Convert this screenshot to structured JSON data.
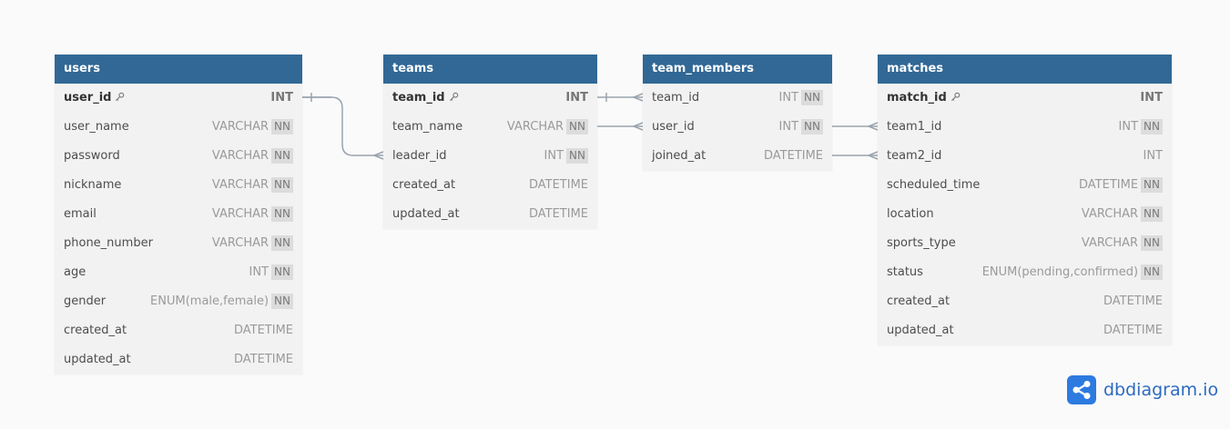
{
  "tables": [
    {
      "id": "users",
      "name": "users",
      "fields": [
        {
          "name": "user_id",
          "type": "INT",
          "pk": true,
          "nn": false
        },
        {
          "name": "user_name",
          "type": "VARCHAR",
          "nn": true
        },
        {
          "name": "password",
          "type": "VARCHAR",
          "nn": true
        },
        {
          "name": "nickname",
          "type": "VARCHAR",
          "nn": true
        },
        {
          "name": "email",
          "type": "VARCHAR",
          "nn": true
        },
        {
          "name": "phone_number",
          "type": "VARCHAR",
          "nn": true
        },
        {
          "name": "age",
          "type": "INT",
          "nn": true
        },
        {
          "name": "gender",
          "type": "ENUM(male,female)",
          "nn": true
        },
        {
          "name": "created_at",
          "type": "DATETIME",
          "nn": false
        },
        {
          "name": "updated_at",
          "type": "DATETIME",
          "nn": false
        }
      ]
    },
    {
      "id": "teams",
      "name": "teams",
      "fields": [
        {
          "name": "team_id",
          "type": "INT",
          "pk": true,
          "nn": false
        },
        {
          "name": "team_name",
          "type": "VARCHAR",
          "nn": true
        },
        {
          "name": "leader_id",
          "type": "INT",
          "nn": true
        },
        {
          "name": "created_at",
          "type": "DATETIME",
          "nn": false
        },
        {
          "name": "updated_at",
          "type": "DATETIME",
          "nn": false
        }
      ]
    },
    {
      "id": "team_members",
      "name": "team_members",
      "fields": [
        {
          "name": "team_id",
          "type": "INT",
          "nn": true
        },
        {
          "name": "user_id",
          "type": "INT",
          "nn": true
        },
        {
          "name": "joined_at",
          "type": "DATETIME",
          "nn": false
        }
      ]
    },
    {
      "id": "matches",
      "name": "matches",
      "fields": [
        {
          "name": "match_id",
          "type": "INT",
          "pk": true,
          "nn": false
        },
        {
          "name": "team1_id",
          "type": "INT",
          "nn": true
        },
        {
          "name": "team2_id",
          "type": "INT",
          "nn": false
        },
        {
          "name": "scheduled_time",
          "type": "DATETIME",
          "nn": true
        },
        {
          "name": "location",
          "type": "VARCHAR",
          "nn": true
        },
        {
          "name": "sports_type",
          "type": "VARCHAR",
          "nn": true
        },
        {
          "name": "status",
          "type": "ENUM(pending,confirmed)",
          "nn": true
        },
        {
          "name": "created_at",
          "type": "DATETIME",
          "nn": false
        },
        {
          "name": "updated_at",
          "type": "DATETIME",
          "nn": false
        }
      ]
    }
  ],
  "nn_label": "NN",
  "logo": {
    "text": "dbdiagram.io"
  },
  "colors": {
    "header": "#316896",
    "body": "#f2f2f2",
    "connector": "#9aa3ad",
    "logo": "#2d7ae0"
  }
}
